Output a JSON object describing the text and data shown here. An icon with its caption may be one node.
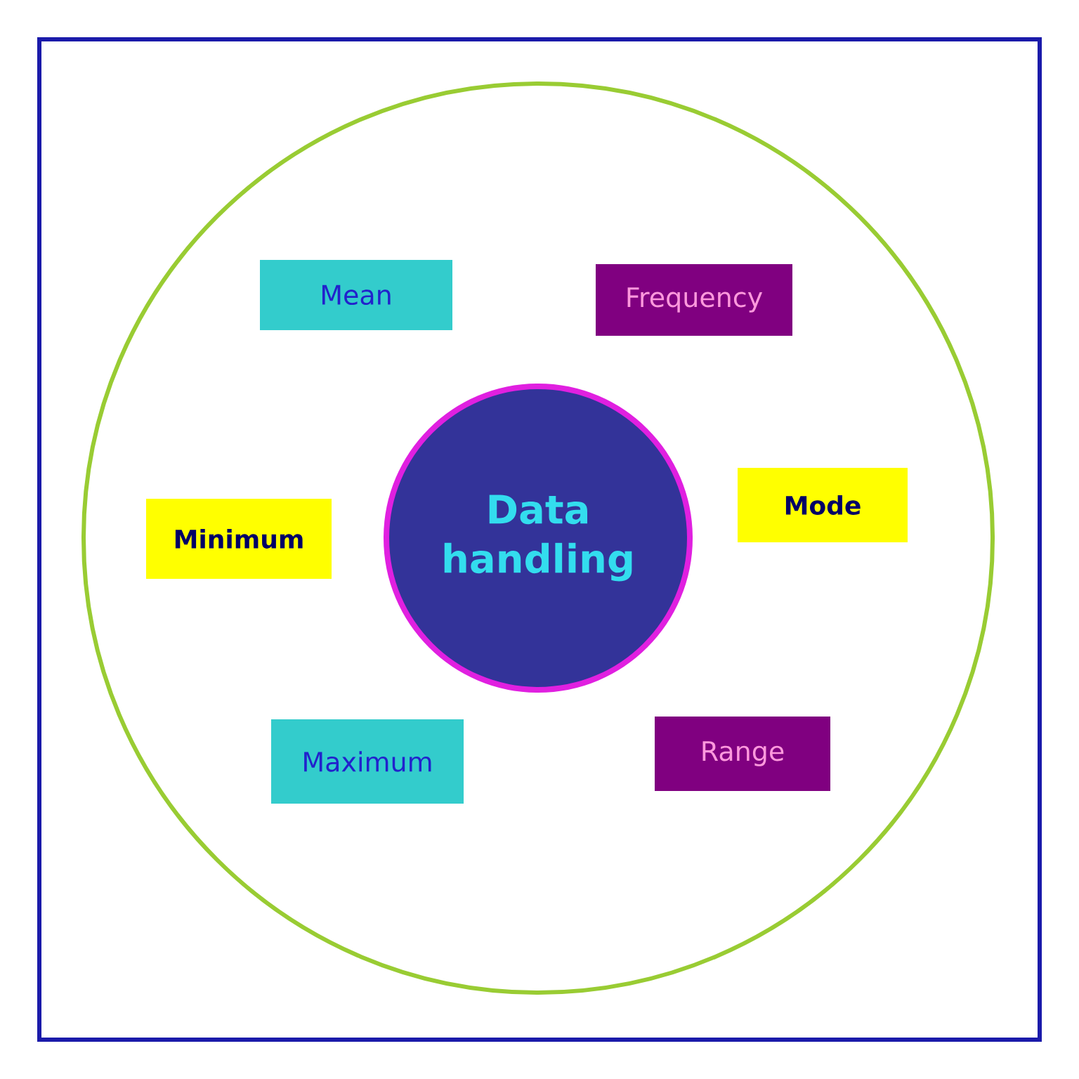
{
  "diagram": {
    "nodes": [
      {
        "text": [
          "Data handling"
        ]
      },
      {
        "text": [
          "Mean"
        ]
      },
      {
        "text": [
          "Frequency"
        ]
      },
      {
        "text": [
          "Minimum"
        ]
      },
      {
        "text": [
          "Mode"
        ]
      },
      {
        "text": [
          "Maximum"
        ]
      },
      {
        "text": [
          "Range"
        ]
      }
    ]
  }
}
